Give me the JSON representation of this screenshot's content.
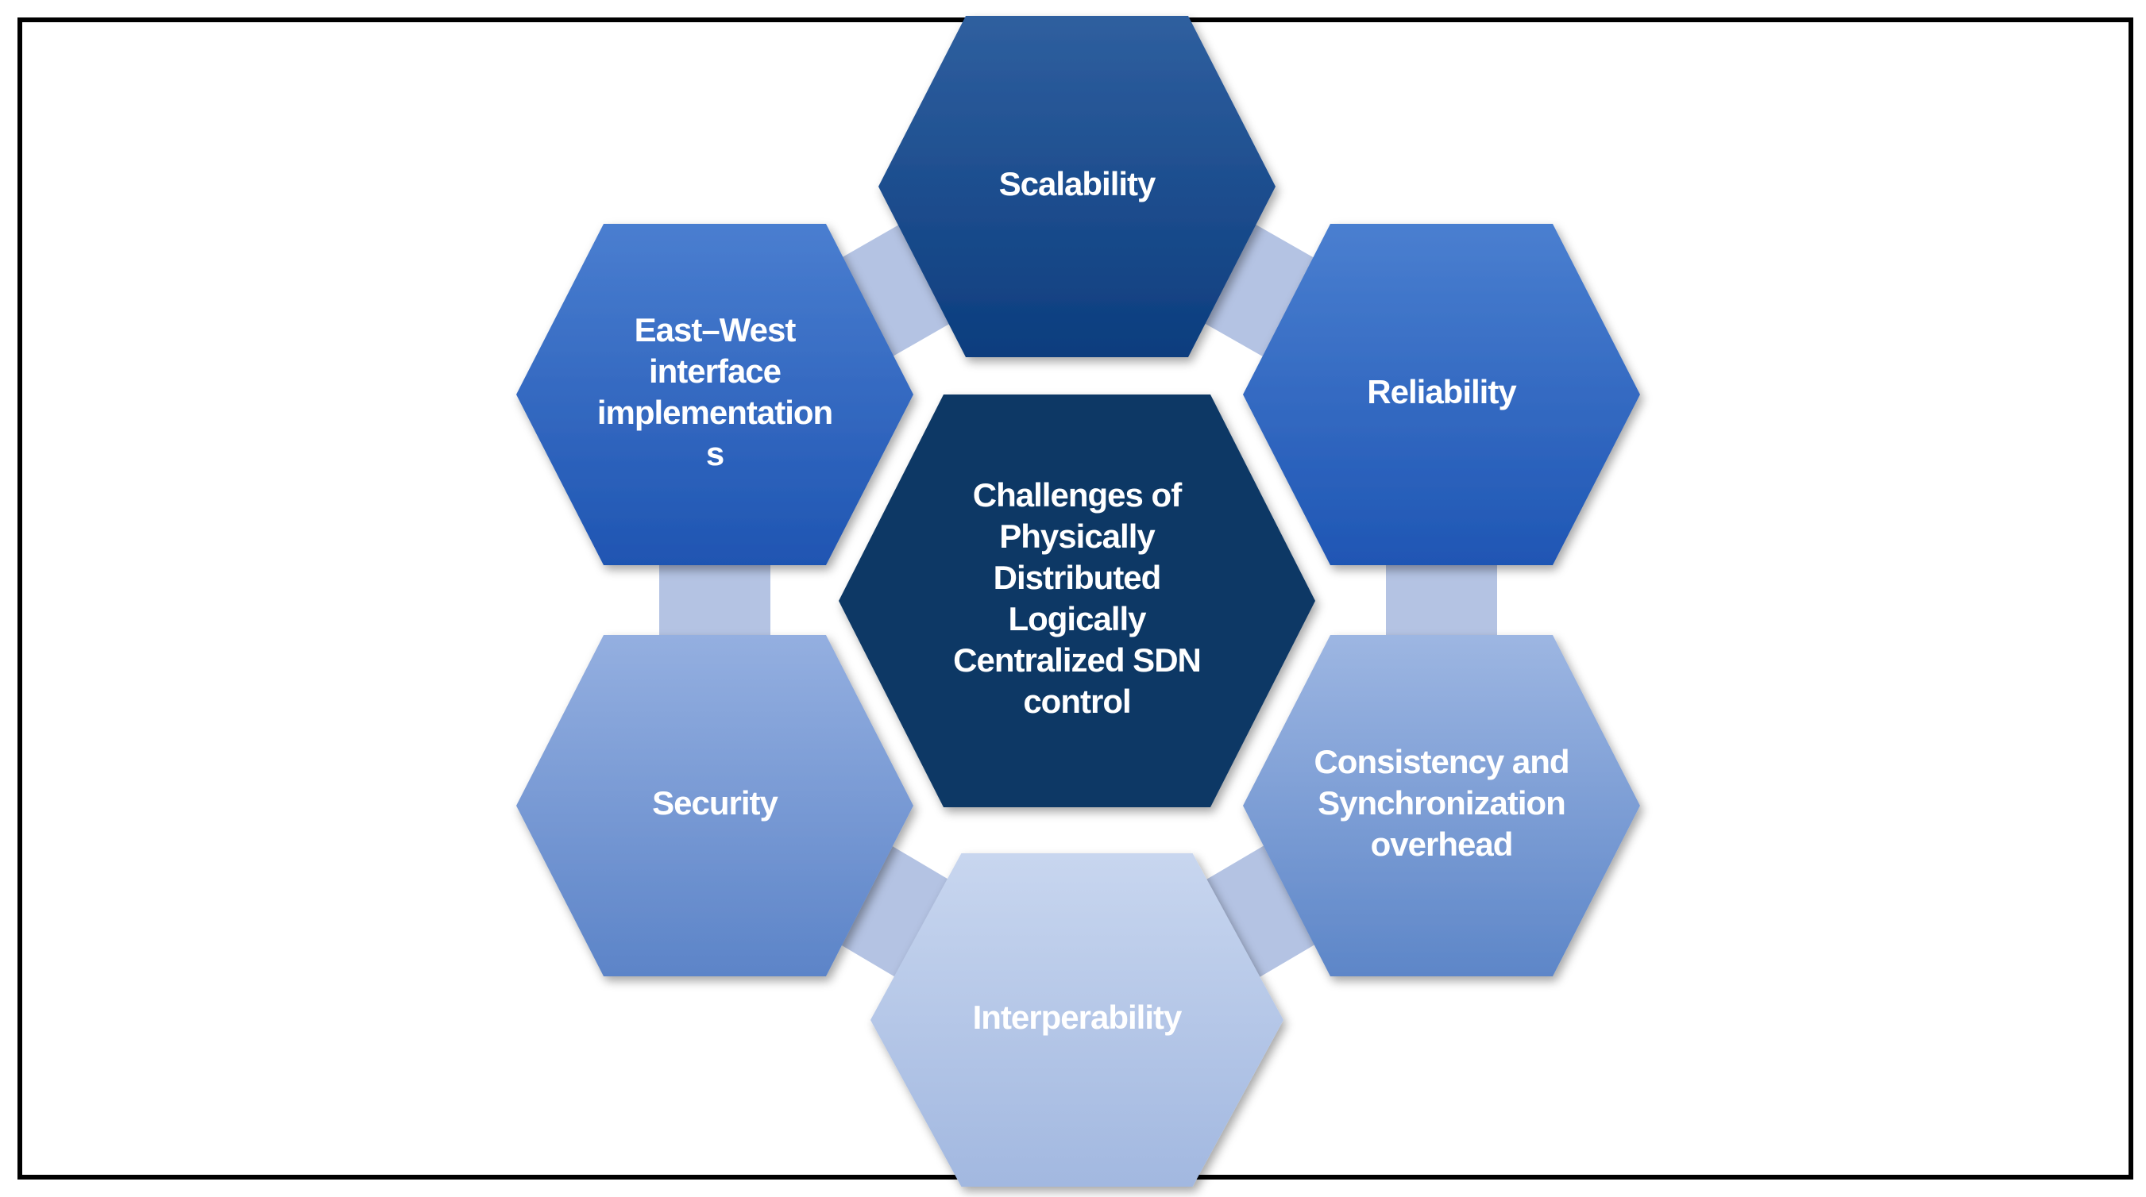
{
  "diagram": {
    "center": {
      "lines": [
        "Challenges of",
        "Physically",
        "Distributed",
        "Logically",
        "Centralized SDN",
        "control"
      ],
      "color": "#0e3865"
    },
    "nodes": [
      {
        "id": "scalability",
        "lines": [
          "Scalability"
        ],
        "color_top": "#2f5f9f",
        "color_bottom": "#0c3d7e"
      },
      {
        "id": "reliability",
        "lines": [
          "Reliability"
        ],
        "color_top": "#4a7fd0",
        "color_bottom": "#1f56b4"
      },
      {
        "id": "consistency",
        "lines": [
          "Consistency and",
          "Synchronization",
          "overhead"
        ],
        "color_top": "#9db6e2",
        "color_bottom": "#5d86c8"
      },
      {
        "id": "interperability",
        "lines": [
          "Interperability"
        ],
        "color_top": "#c8d6ef",
        "color_bottom": "#a2b8e0"
      },
      {
        "id": "security",
        "lines": [
          "Security"
        ],
        "color_top": "#94afe0",
        "color_bottom": "#5c84c8"
      },
      {
        "id": "east-west",
        "lines": [
          "East–West",
          "interface",
          "implementation",
          "s"
        ],
        "color_top": "#4a7ed0",
        "color_bottom": "#1f55b2"
      }
    ],
    "connector_color": "#b4c3e3"
  }
}
